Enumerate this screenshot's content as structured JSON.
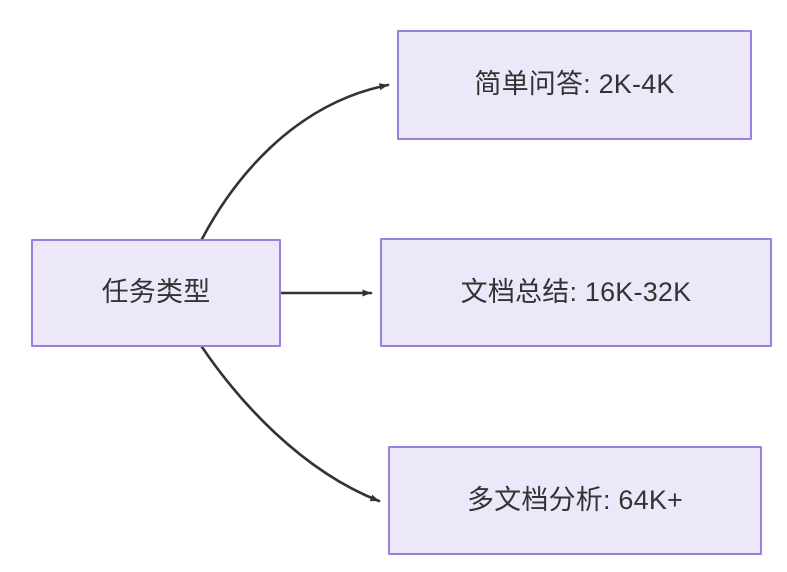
{
  "diagram": {
    "type": "flowchart",
    "direction": "left-to-right",
    "background_color": "#ffffff",
    "node_fill_color": "#ECE8FA",
    "node_border_color": "#9A7FE0",
    "node_text_color": "#333333",
    "edge_color": "#333333",
    "nodes": [
      {
        "id": "root",
        "label": "任务类型",
        "role": "source"
      },
      {
        "id": "simple-qa",
        "label": "简单问答: 2K-4K",
        "role": "target"
      },
      {
        "id": "doc-summary",
        "label": "文档总结: 16K-32K",
        "role": "target"
      },
      {
        "id": "multi-doc",
        "label": "多文档分析: 64K+",
        "role": "target"
      }
    ],
    "edges": [
      {
        "id": "edge-root-to-simple-qa",
        "from": "root",
        "to": "simple-qa",
        "style": "curved-arrow"
      },
      {
        "id": "edge-root-to-doc-summary",
        "from": "root",
        "to": "doc-summary",
        "style": "straight-arrow"
      },
      {
        "id": "edge-root-to-multi-doc",
        "from": "root",
        "to": "multi-doc",
        "style": "curved-arrow"
      }
    ]
  }
}
